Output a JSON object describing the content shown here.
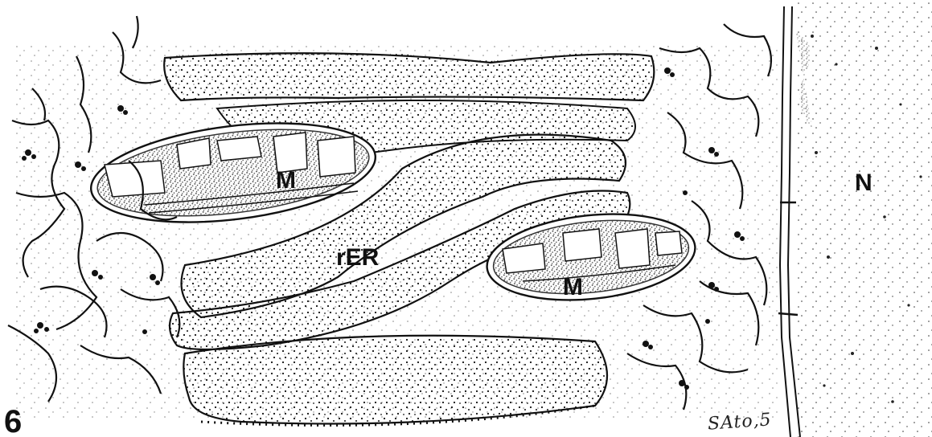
{
  "figure": {
    "number": "6",
    "signature": "SAto,5"
  },
  "labels": {
    "mitochondrion_upper": "M",
    "mitochondrion_lower": "M",
    "rough_er": "rER",
    "nucleus": "N"
  },
  "colors": {
    "ink": "#111111",
    "paper": "#ffffff"
  }
}
